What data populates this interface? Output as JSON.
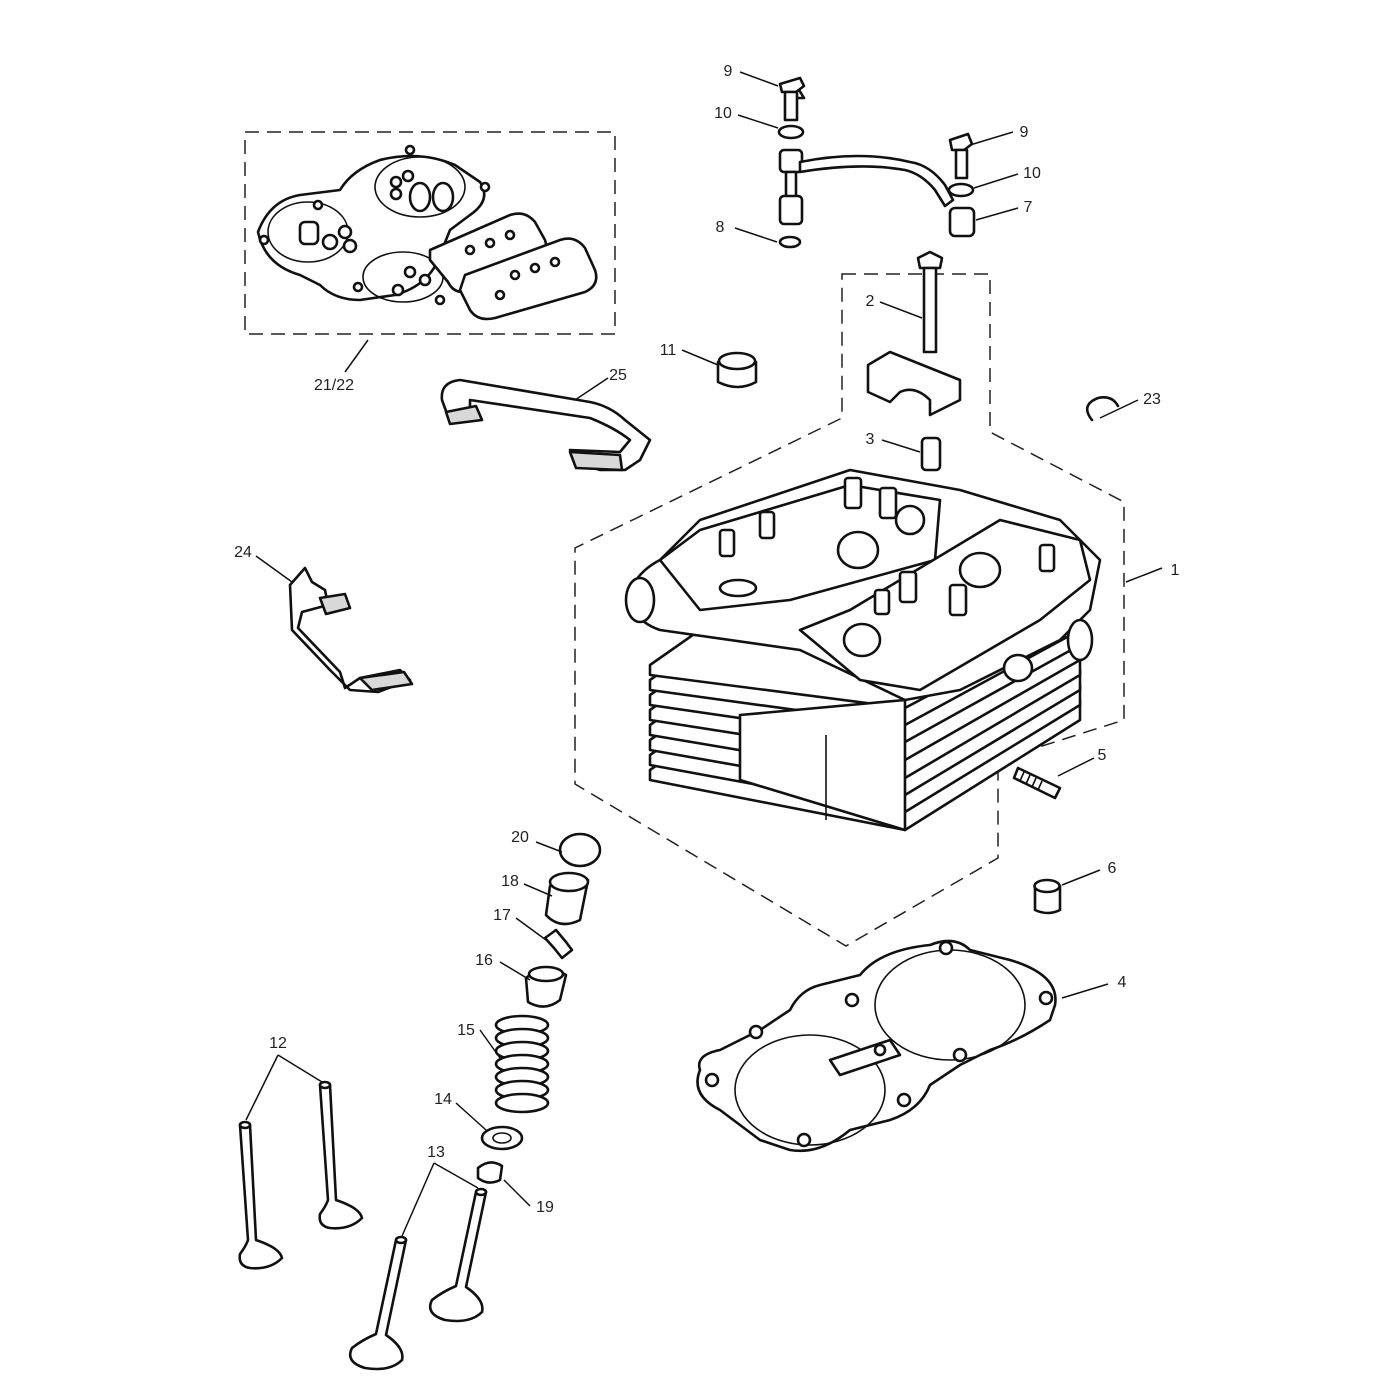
{
  "labels": {
    "p1": "1",
    "p2": "2",
    "p3": "3",
    "p4": "4",
    "p5": "5",
    "p6": "6",
    "p7": "7",
    "p8": "8",
    "p9a": "9",
    "p9b": "9",
    "p10a": "10",
    "p10b": "10",
    "p11": "11",
    "p12": "12",
    "p13": "13",
    "p14": "14",
    "p15": "15",
    "p16": "16",
    "p17": "17",
    "p18": "18",
    "p19": "19",
    "p20": "20",
    "p2122": "21/22",
    "p23": "23",
    "p24": "24",
    "p25": "25"
  }
}
